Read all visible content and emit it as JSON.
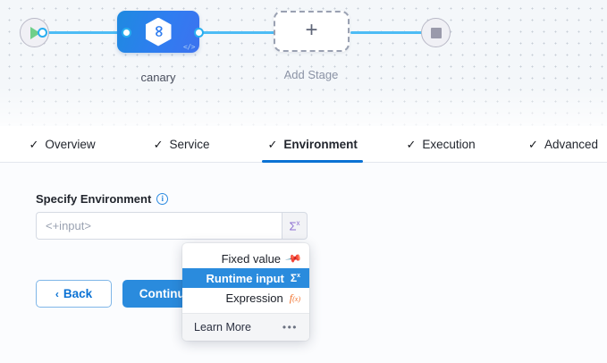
{
  "canvas": {
    "start_node": {
      "name": "start-node",
      "icon": "play-icon"
    },
    "end_node": {
      "name": "end-node",
      "icon": "stop-icon"
    },
    "stage": {
      "label": "canary",
      "icon": "harness-hexagon-icon",
      "code_badge": "</>"
    },
    "add_stage": {
      "label": "Add Stage",
      "icon": "plus-icon"
    }
  },
  "tabs": [
    {
      "label": "Overview",
      "tick": "✓",
      "active": false
    },
    {
      "label": "Service",
      "tick": "✓",
      "active": false
    },
    {
      "label": "Environment",
      "tick": "✓",
      "active": true
    },
    {
      "label": "Execution",
      "tick": "✓",
      "active": false
    },
    {
      "label": "Advanced",
      "tick": "✓",
      "active": false
    }
  ],
  "form": {
    "field_label": "Specify Environment",
    "info_icon_glyph": "i",
    "input_value": "",
    "input_placeholder": "<+input>",
    "sigma_button_label": "Σ",
    "sigma_button_sup": "x"
  },
  "buttons": {
    "back_label": "Back",
    "back_chevron": "‹",
    "continue_label": "Continue"
  },
  "dropdown": {
    "items": [
      {
        "label": "Fixed value",
        "icon": "pin-icon",
        "glyph": "📌",
        "selected": false
      },
      {
        "label": "Runtime input",
        "icon": "sigma-icon",
        "glyph": "Σ",
        "selected": true
      },
      {
        "label": "Expression",
        "icon": "fx-icon",
        "glyph": "f",
        "selected": false
      }
    ],
    "footer_label": "Learn More",
    "footer_icon": "more-dots-icon",
    "footer_glyph": "•••"
  },
  "colors": {
    "accent_blue": "#2a8bdd",
    "tab_underline": "#0b72d4",
    "edge_blue": "#4dbcf5",
    "sigma_purple": "#8e6fd1",
    "expression_orange": "#f06f28",
    "canvas_bg": "#f4f7fa"
  }
}
